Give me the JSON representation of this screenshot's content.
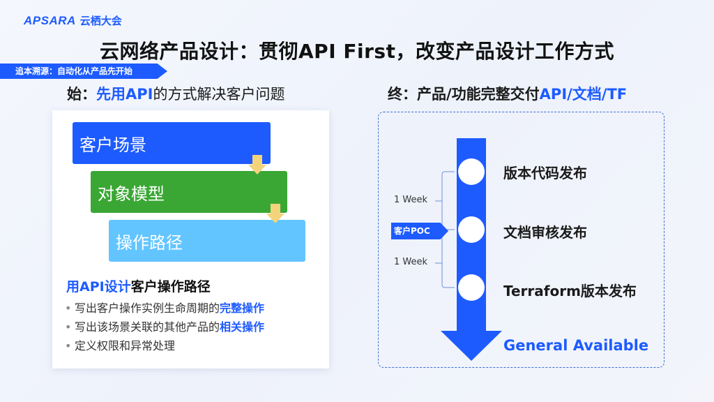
{
  "logo": {
    "mark": "APSARA",
    "cn": "云栖大会"
  },
  "title": "云网络产品设计：贯彻API First，改变产品设计工作方式",
  "ribbon": "追本溯源：自动化从产品先开始",
  "left": {
    "subtitle_prefix": "始：",
    "subtitle_blue": "先用API",
    "subtitle_rest": "的方式解决客户问题",
    "steps": [
      "客户场景",
      "对象模型",
      "操作路径"
    ],
    "heading_blue": "用API设计",
    "heading_rest": "客户操作路径",
    "bullets": [
      {
        "text": "写出客户操作实例生命周期的",
        "blue": "完整操作"
      },
      {
        "text": "写出该场景关联的其他产品的",
        "blue": "相关操作"
      },
      {
        "text": "定义权限和异常处理",
        "blue": ""
      }
    ],
    "colors": {
      "blue": "#1d5bff",
      "green": "#3aa735",
      "light_blue": "#62c5ff",
      "arrow": "#f3d37b"
    }
  },
  "right": {
    "subtitle_prefix": "终：产品/功能完整交付",
    "subtitle_blue": "API/文档/TF",
    "milestones": [
      "版本代码发布",
      "文档审核发布",
      "Terraform版本发布"
    ],
    "week1": "1 Week",
    "week2": "1 Week",
    "poc": "客户POC",
    "ga": "General Available"
  }
}
